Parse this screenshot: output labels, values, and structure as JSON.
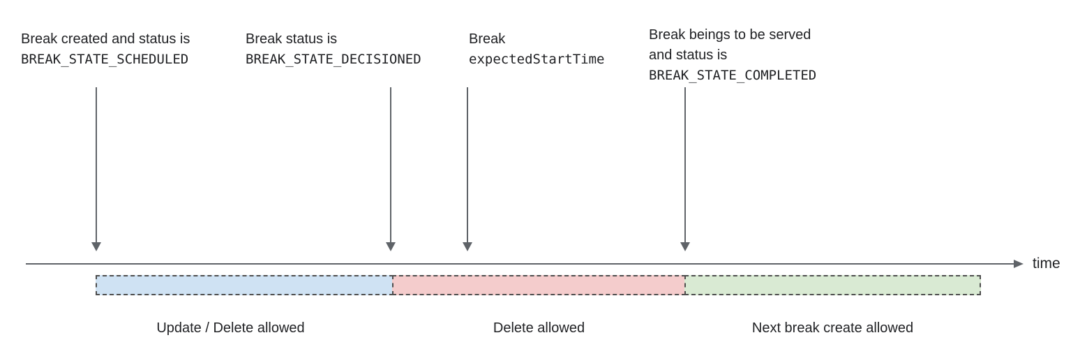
{
  "annotations": [
    {
      "line1": "Break created and status is",
      "line2_code": "BREAK_STATE_SCHEDULED"
    },
    {
      "line1": "Break status is",
      "line2_code": "BREAK_STATE_DECISIONED"
    },
    {
      "line1": "Break",
      "line2_code": "expectedStartTime"
    },
    {
      "line1": "Break beings to be served",
      "line2": "and status is",
      "line3_code": "BREAK_STATE_COMPLETED"
    }
  ],
  "timeline": {
    "label": "time",
    "axis_color": "#5f6368"
  },
  "segments": [
    {
      "label": "Update / Delete allowed",
      "fill": "#cfe2f3",
      "border_color": "#4d4d4d"
    },
    {
      "label": "Delete allowed",
      "fill": "#f4cccc",
      "border_color": "#4d4d4d"
    },
    {
      "label": "Next break create allowed",
      "fill": "#d9ead3",
      "border_color": "#4d4d4d"
    }
  ]
}
